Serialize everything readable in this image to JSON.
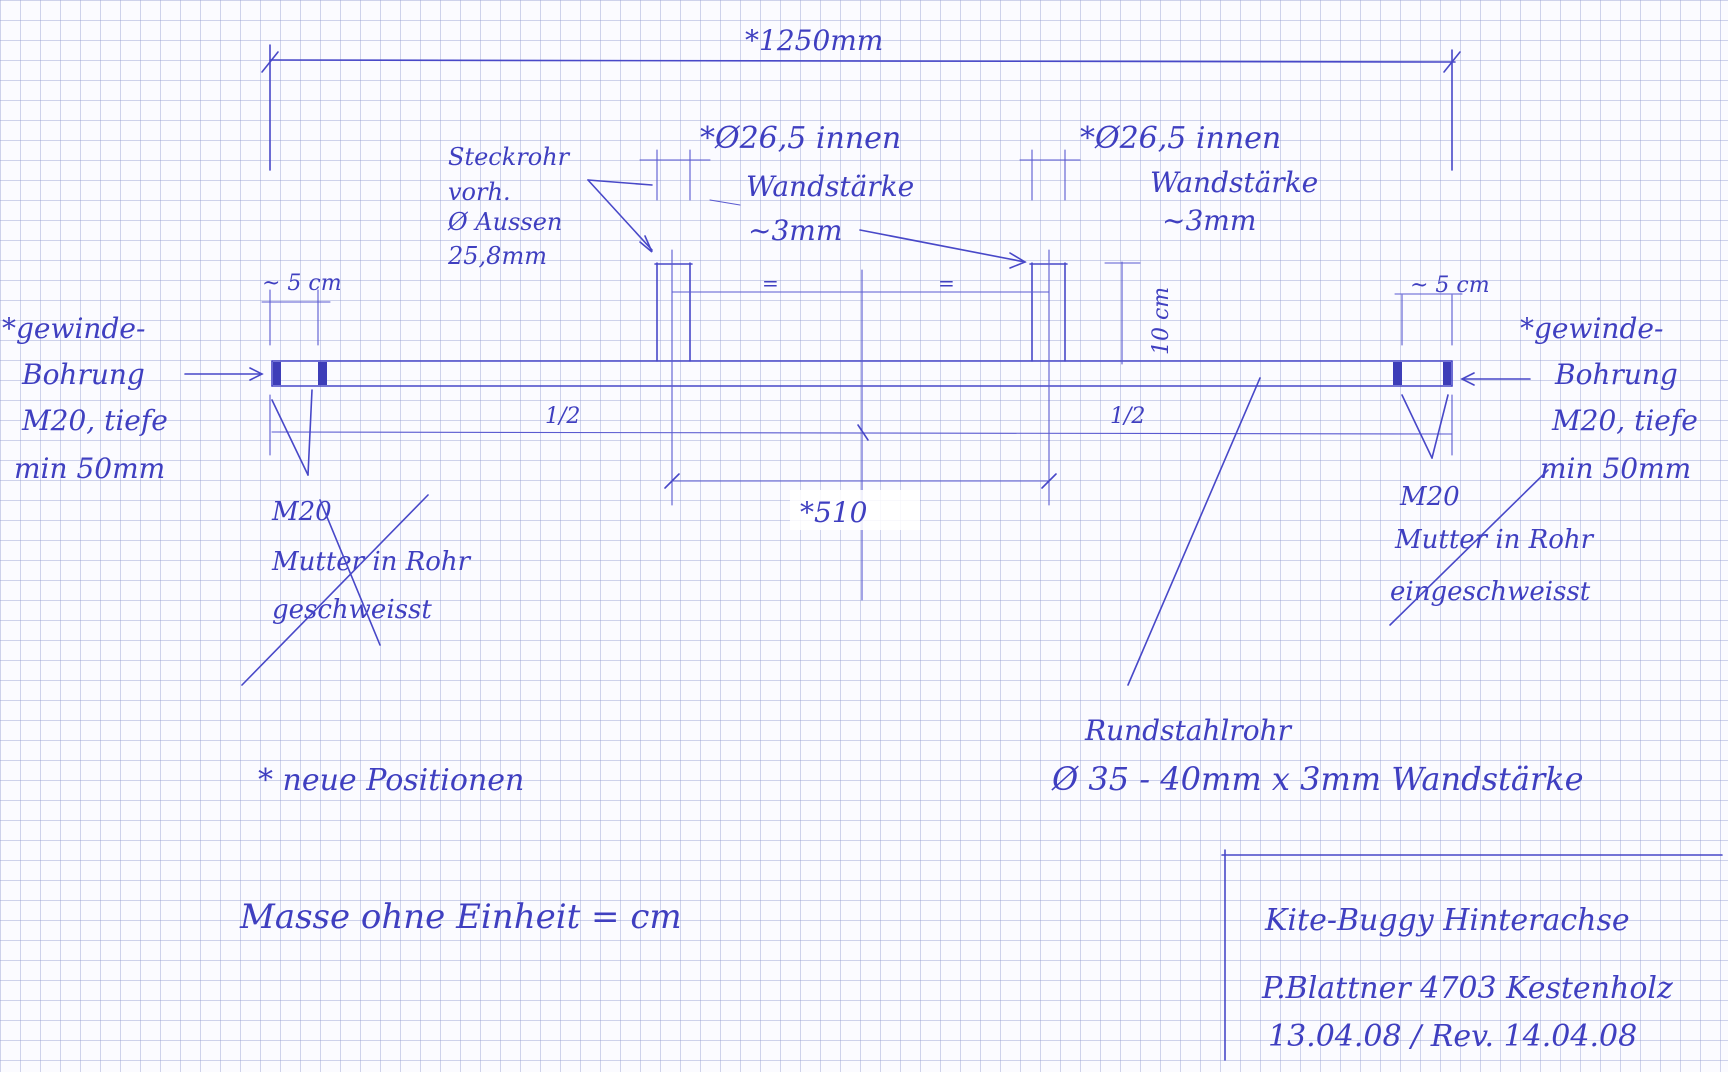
{
  "dimensions": {
    "overall_length": "*1250mm",
    "center_span": "*510",
    "half_left": "1/2",
    "half_right": "1/2",
    "end_left": "~ 5 cm",
    "end_right": "~ 5 cm",
    "socket_height": "10 cm",
    "equal_left": "=",
    "equal_right": "="
  },
  "sockets": {
    "left_diameter": "*Ø26,5 innen",
    "left_wall_1": "Wandstärke",
    "left_wall_2": "~3mm",
    "right_diameter": "*Ø26,5 innen",
    "right_wall_1": "Wandstärke",
    "right_wall_2": "~3mm",
    "steckrohr_1": "Steckrohr",
    "steckrohr_2": "vorh.",
    "steckrohr_3": "Ø Aussen",
    "steckrohr_4": "25,8mm"
  },
  "thread_left": {
    "line1": "*gewinde-",
    "line2": "Bohrung",
    "line3": "M20, tiefe",
    "line4": "min 50mm"
  },
  "thread_right": {
    "line1": "*gewinde-",
    "line2": "Bohrung",
    "line3": "M20, tiefe",
    "line4": "min 50mm"
  },
  "crossed_left": {
    "line1": "M20",
    "line2": "Mutter in Rohr",
    "line3": "geschweisst"
  },
  "crossed_right": {
    "line1": "M20",
    "line2": "Mutter in Rohr",
    "line3": "eingeschweisst"
  },
  "tube_spec": {
    "line1": "Rundstahlrohr",
    "line2": "Ø 35 - 40mm x 3mm Wandstärke"
  },
  "notes": {
    "new_positions": "* neue Positionen",
    "units": "Masse ohne Einheit = cm"
  },
  "title_block": {
    "title": "Kite-Buggy Hinterachse",
    "author": "P.Blattner  4703 Kestenholz",
    "dates": "13.04.08  /  Rev. 14.04.08"
  },
  "colors": {
    "ink": "#4848c8",
    "paper": "#fbfbff",
    "grid": "#96a0d2"
  }
}
